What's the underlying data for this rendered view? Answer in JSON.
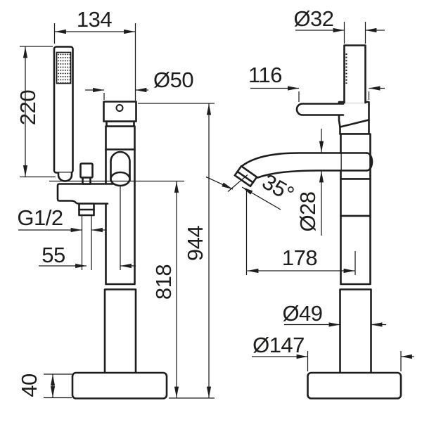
{
  "drawing": {
    "type": "technical-dimension-drawing",
    "subject": "freestanding bath-shower mixer, front and side views",
    "line_color": "#1d1d1b",
    "background_color": "#ffffff",
    "dimensions": {
      "spout_to_shower_width": "134",
      "handshower_height": "220",
      "column_cap_diameter": "Ø50",
      "connection_thread": "G1/2",
      "connection_offset": "55",
      "spout_outlet_height": "818",
      "total_height": "944",
      "base_height": "40",
      "handshower_diameter": "Ø32",
      "lever_length": "116",
      "spout_angle": "35°",
      "spout_tube_diameter": "Ø28",
      "spout_reach": "178",
      "riser_tube_diameter": "Ø49",
      "base_plate_diameter": "Ø147"
    }
  }
}
